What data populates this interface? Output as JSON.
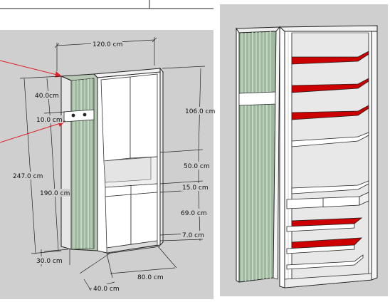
{
  "colors": {
    "panel_bg": "#cfcfcf",
    "cabinet_white": "#ffffff",
    "cabinet_line": "#222222",
    "interior_grey": "#e8e8e8",
    "shelf_red": "#cc0000",
    "glass_green": "#9fb8a0",
    "glass_stripe": "#c9dac6",
    "leader_red": "#e0202a",
    "knob": "#222222"
  },
  "left_view": {
    "labels": {
      "top_width": "120.0 cm",
      "glass_top_segment": "40.0cm",
      "glass_band": "10.0 cm",
      "total_height": "247.0 cm",
      "glass_lower": "190.0 cm",
      "upper_cabinet": "106.0 cm",
      "open_niche": "50.0 cm",
      "drawer": "15.0 cm",
      "lower_cabinet": "69.0 cm",
      "plinth": "7.0 cm",
      "glass_depth": "30.0 cm",
      "cabinet_width": "80.0 cm",
      "cabinet_depth": "40.0 cm"
    }
  },
  "right_view": {
    "shelf_colors": [
      "red",
      "red",
      "red",
      "white",
      "white",
      "red",
      "red",
      "white"
    ]
  }
}
